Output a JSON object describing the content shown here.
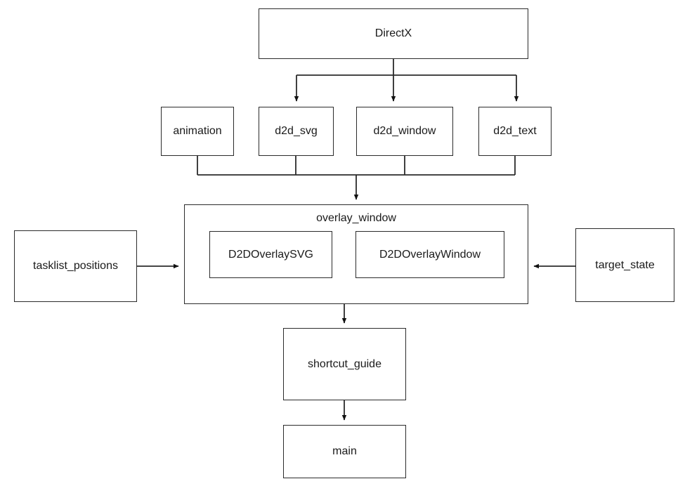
{
  "diagram": {
    "type": "dependency-graph",
    "title": "DirectX module dependency diagram",
    "background_color": "#ffffff",
    "stroke_color": "#2b2b2b",
    "text_color": "#1a1a1a",
    "nodes": {
      "directx": {
        "label": "DirectX"
      },
      "animation": {
        "label": "animation"
      },
      "d2d_svg": {
        "label": "d2d_svg"
      },
      "d2d_window": {
        "label": "d2d_window"
      },
      "d2d_text": {
        "label": "d2d_text"
      },
      "overlay_window": {
        "label": "overlay_window"
      },
      "d2d_overlay_svg": {
        "label": "D2DOverlaySVG"
      },
      "d2d_overlay_window": {
        "label": "D2DOverlayWindow"
      },
      "tasklist_positions": {
        "label": "tasklist_positions"
      },
      "target_state": {
        "label": "target_state"
      },
      "shortcut_guide": {
        "label": "shortcut_guide"
      },
      "main": {
        "label": "main"
      }
    },
    "edges": [
      {
        "from": "directx",
        "to": "d2d_svg"
      },
      {
        "from": "directx",
        "to": "d2d_window"
      },
      {
        "from": "directx",
        "to": "d2d_text"
      },
      {
        "from": "animation",
        "to": "overlay_window"
      },
      {
        "from": "d2d_svg",
        "to": "overlay_window"
      },
      {
        "from": "d2d_window",
        "to": "overlay_window"
      },
      {
        "from": "d2d_text",
        "to": "overlay_window"
      },
      {
        "from": "tasklist_positions",
        "to": "overlay_window"
      },
      {
        "from": "target_state",
        "to": "overlay_window"
      },
      {
        "from": "overlay_window",
        "to": "shortcut_guide"
      },
      {
        "from": "shortcut_guide",
        "to": "main"
      }
    ]
  }
}
